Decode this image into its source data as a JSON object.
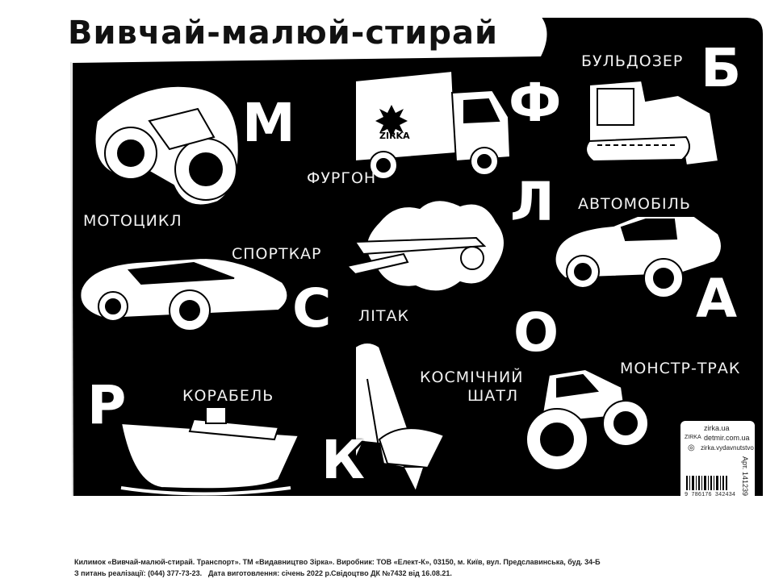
{
  "title": "Вивчай-малюй-стирай",
  "labels": {
    "motorcycle": "МОТОЦИКЛ",
    "van": "ФУРГОН",
    "bulldozer": "БУЛЬДОЗЕР",
    "car": "АВТОМОБІЛЬ",
    "sportscar": "СПОРТКАР",
    "plane": "ЛІТАК",
    "ship": "КОРАБЕЛЬ",
    "shuttle_line1": "КОСМІЧНИЙ",
    "shuttle_line2": "ШАТЛ",
    "monstertruck": "МОНСТР-ТРАК"
  },
  "letters": {
    "m": "М",
    "f": "Ф",
    "b": "Б",
    "l": "Л",
    "s": "С",
    "a": "А",
    "o": "О",
    "r": "Р",
    "k": "К"
  },
  "truck_brand": "ZIRKA",
  "info": {
    "site1": "zirka.ua",
    "site2": "detmir.com.ua",
    "social": "zirka.vydavnutstvo",
    "logo_text": "ZIRKA",
    "article": "Арт. 141239",
    "barcode": "9 786176 342434"
  },
  "footer": {
    "line1a": "Килимок «Вивчай-малюй-стирай. Транспорт». ТМ «Видавництво Зірка». Виробник: ТОВ «Елект-К», 03150, м. Київ, вул. Предславинська, буд. 34-Б",
    "line2a": "З питань реалізації: (044) 377-73-23.",
    "line2b": "Дата виготовлення: січень 2022 р.",
    "line2c": "Свідоцтво ДК №7432 від 16.08.21."
  }
}
